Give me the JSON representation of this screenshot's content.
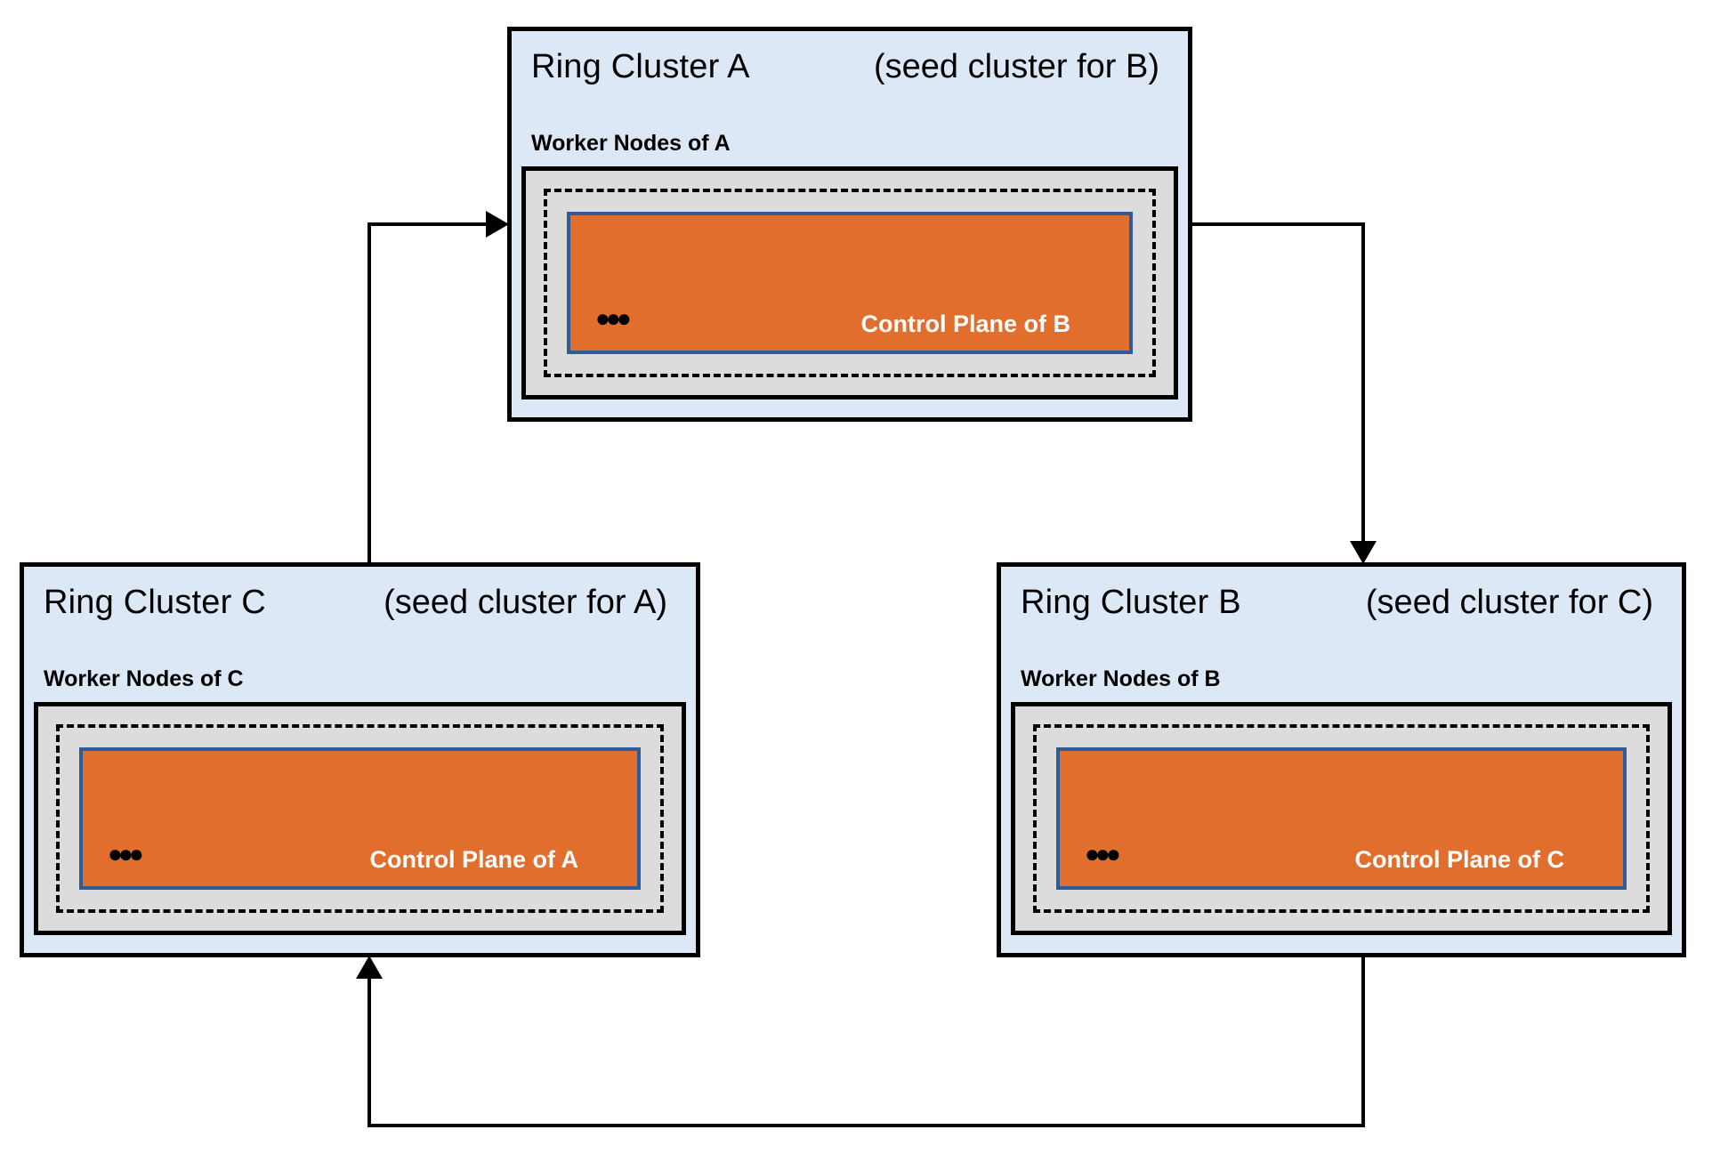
{
  "diagram": {
    "description_colors": {
      "cluster_background": "#dce8f5",
      "worker_box_background": "#dcdcdc",
      "control_plane_fill": "#e16e2c",
      "control_plane_border": "#2e5c99",
      "line_color": "#000000"
    }
  },
  "clusters": [
    {
      "id": "A",
      "title": "Ring Cluster A",
      "seed_note": "(seed cluster for B)",
      "worker_label": "Worker Nodes of A",
      "control_plane_label": "Control Plane of B",
      "ellipsis": "●●●"
    },
    {
      "id": "C",
      "title": "Ring Cluster C",
      "seed_note": "(seed cluster for A)",
      "worker_label": "Worker Nodes of C",
      "control_plane_label": "Control Plane of A",
      "ellipsis": "●●●"
    },
    {
      "id": "B",
      "title": "Ring Cluster B",
      "seed_note": "(seed cluster for C)",
      "worker_label": "Worker Nodes of B",
      "control_plane_label": "Control Plane of C",
      "ellipsis": "●●●"
    }
  ],
  "arrows": [
    {
      "from": "C",
      "to": "A"
    },
    {
      "from": "A",
      "to": "B"
    },
    {
      "from": "B",
      "to": "C"
    }
  ]
}
